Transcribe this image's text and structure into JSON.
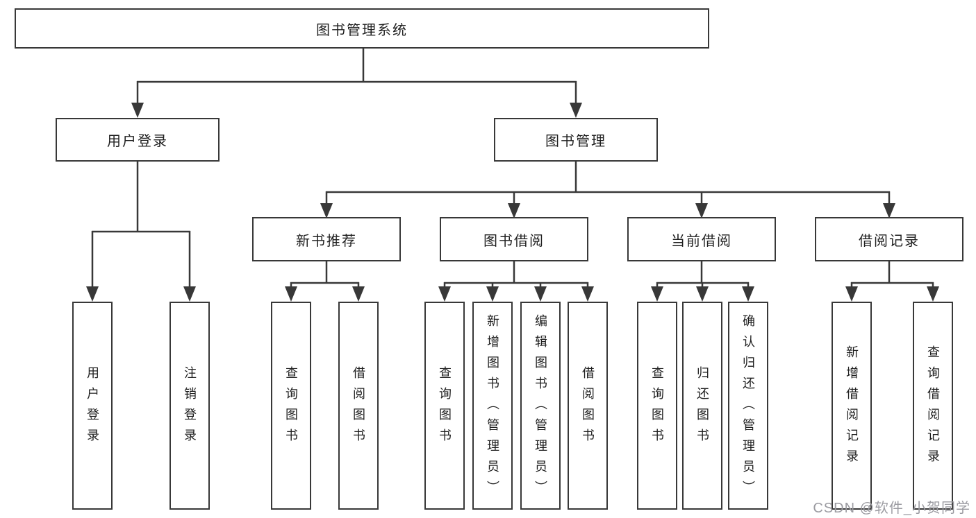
{
  "tree": {
    "root_label": "图书管理系统",
    "login": {
      "label": "用户登录",
      "children": [
        {
          "label": "用户登录"
        },
        {
          "label": "注销登录"
        }
      ]
    },
    "mgmt": {
      "label": "图书管理",
      "groups": [
        {
          "label": "新书推荐",
          "children": [
            {
              "label": "查询图书"
            },
            {
              "label": "借阅图书"
            }
          ]
        },
        {
          "label": "图书借阅",
          "children": [
            {
              "label": "查询图书"
            },
            {
              "label": "新增图书（管理员）"
            },
            {
              "label": "编辑图书（管理员）"
            },
            {
              "label": "借阅图书"
            }
          ]
        },
        {
          "label": "当前借阅",
          "children": [
            {
              "label": "查询图书"
            },
            {
              "label": "归还图书"
            },
            {
              "label": "确认归还（管理员）"
            }
          ]
        },
        {
          "label": "借阅记录",
          "children": [
            {
              "label": "新增借阅记录"
            },
            {
              "label": "查询借阅记录"
            }
          ]
        }
      ]
    }
  },
  "watermark": {
    "text": "CSDN @软件_小贺同学",
    "color": "#9b9ba1"
  },
  "colors": {
    "line": "#383838",
    "box_border": "#383838",
    "box_fill": "#ffffff",
    "text": "#1f1f1f"
  }
}
